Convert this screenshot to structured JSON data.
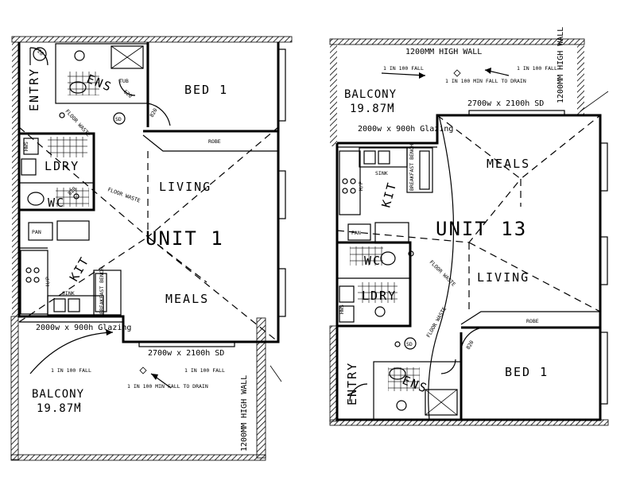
{
  "unit1": {
    "title": "UNIT 1",
    "rooms": {
      "bed": "BED 1",
      "ens": "ENS",
      "entry": "ENTRY",
      "lory": "LDRY",
      "wc": "WC",
      "living": "LIVING",
      "kit": "KIT",
      "meals": "MEALS",
      "pan": "PAN"
    },
    "labels": {
      "robe": "ROBE",
      "sd": "SD",
      "floor_waste": "FLOOR WASTE",
      "hws": "HWS",
      "sink": "SINK",
      "breakfast_bench": "BREAKFAST BENCH",
      "hp": "H/P",
      "tub": "TUB",
      "d820_a": "820",
      "d820_b": "820",
      "d620": "620",
      "d720": "720"
    },
    "glazing": "2000w x 900h Glazing",
    "sliding_door": "2700w x 2100h SD",
    "balcony": {
      "name": "BALCONY",
      "area": "19.87M",
      "fall_1": "1 IN 100 FALL",
      "fall_2": "1 IN 100 FALL",
      "min_fall": "1 IN 100 MIN FALL TO DRAIN"
    },
    "wall": "1200MM HIGH WALL"
  },
  "unit13": {
    "title": "UNIT 13",
    "rooms": {
      "bed": "BED 1",
      "ens": "ENS",
      "entry": "ENTRY",
      "lory": "LDRY",
      "wc": "WC",
      "living": "LIVING",
      "kit": "KIT",
      "meals": "MEALS",
      "pan": "PAN"
    },
    "labels": {
      "robe": "ROBE",
      "sd": "SD",
      "floor_waste": "FLOOR WASTE",
      "hws": "HWS",
      "sink": "SINK",
      "breakfast_bench": "BREAKFAST BENCH",
      "hp": "H/P",
      "d820": "820"
    },
    "glazing": "2000w x 900h Glazing",
    "sliding_door": "2700w x 2100h SD",
    "balcony": {
      "name": "BALCONY",
      "area": "19.87M",
      "fall_1": "1 IN 100 FALL",
      "fall_2": "1 IN 100 FALL",
      "min_fall": "1 IN 100 MIN FALL TO DRAIN"
    },
    "wall_top": "1200MM HIGH WALL",
    "wall_side": "1200MM HIGH WALL"
  },
  "superscript": "2"
}
